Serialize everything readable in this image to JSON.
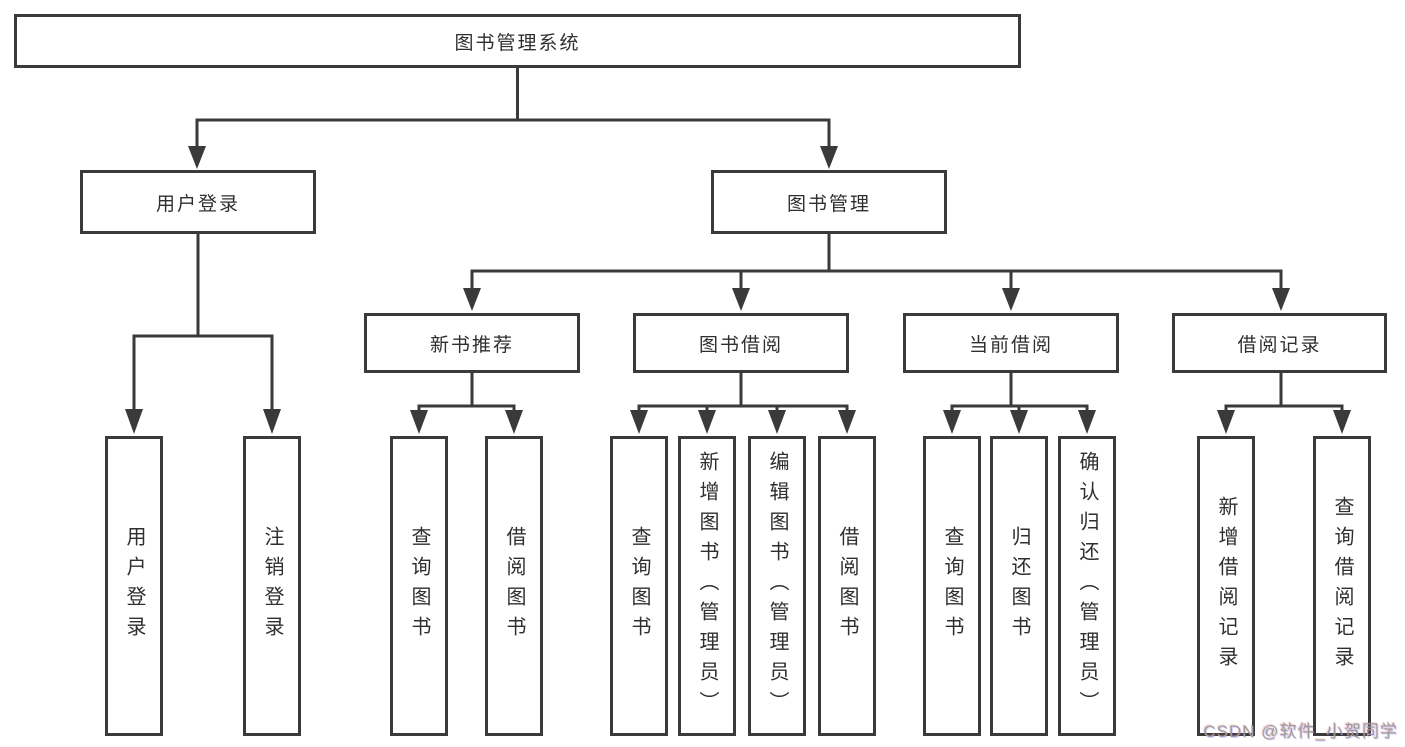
{
  "colors": {
    "line": "#3a3a3a",
    "text": "#2f2f2f",
    "background": "#ffffff",
    "watermark_text": "#9c9c9c"
  },
  "root": {
    "label": "图书管理系统"
  },
  "tree": {
    "user_login": {
      "label": "用户登录",
      "children": {
        "login": {
          "label": "用户登录"
        },
        "logout": {
          "label": "注销登录"
        }
      }
    },
    "book_mgmt": {
      "label": "图书管理",
      "children": {
        "new_books": {
          "label": "新书推荐",
          "children": {
            "query": {
              "label": "查询图书"
            },
            "borrow": {
              "label": "借阅图书"
            }
          }
        },
        "book_borrow": {
          "label": "图书借阅",
          "children": {
            "query": {
              "label": "查询图书"
            },
            "add": {
              "label": "新增图书（管理员）"
            },
            "edit": {
              "label": "编辑图书（管理员）"
            },
            "borrow": {
              "label": "借阅图书"
            }
          }
        },
        "current_borrow": {
          "label": "当前借阅",
          "children": {
            "query": {
              "label": "查询图书"
            },
            "return": {
              "label": "归还图书"
            },
            "confirm": {
              "label": "确认归还（管理员）"
            }
          }
        },
        "borrow_records": {
          "label": "借阅记录",
          "children": {
            "add": {
              "label": "新增借阅记录"
            },
            "query": {
              "label": "查询借阅记录"
            }
          }
        }
      }
    }
  },
  "watermark": {
    "text": "CSDN @软件_小贺同学"
  }
}
